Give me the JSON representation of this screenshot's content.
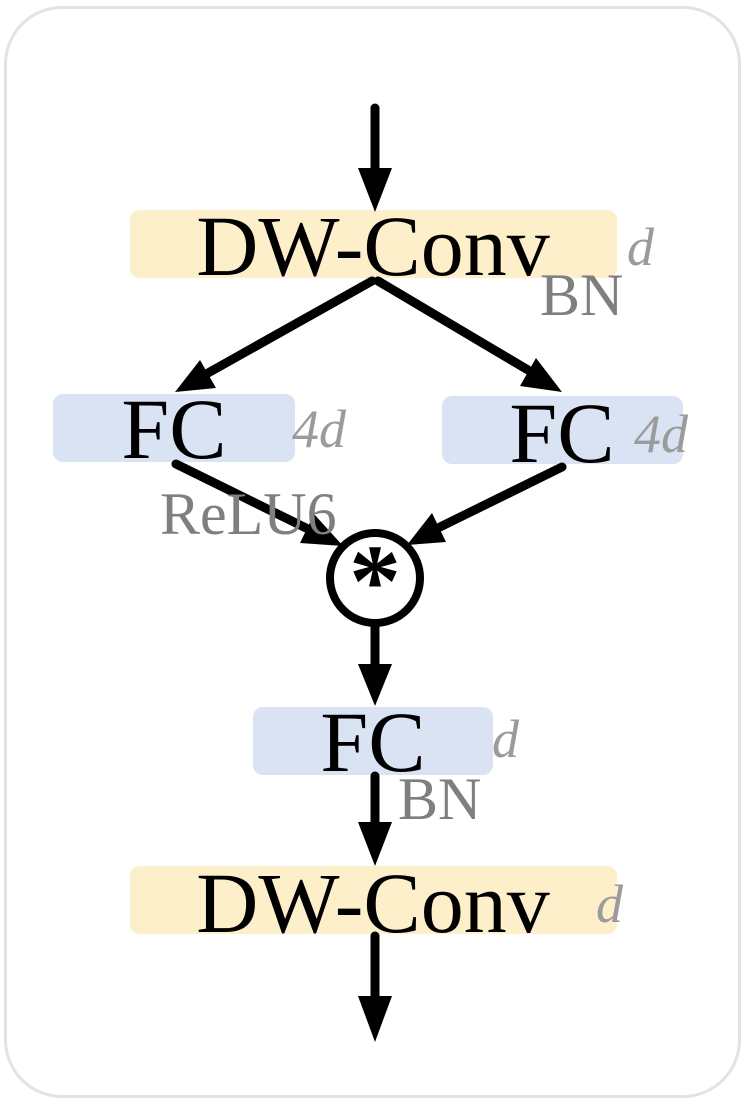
{
  "blocks": {
    "dwconv_top": {
      "label": "DW-Conv",
      "dim": "d",
      "norm": "BN",
      "color": "#fdefca"
    },
    "fc_left": {
      "label": "FC",
      "dim": "4d",
      "activation": "ReLU6",
      "color": "#dae3f3"
    },
    "fc_right": {
      "label": "FC",
      "dim": "4d",
      "color": "#dae3f3"
    },
    "fc_mid": {
      "label": "FC",
      "dim": "d",
      "norm": "BN",
      "color": "#dae3f3"
    },
    "dwconv_bottom": {
      "label": "DW-Conv",
      "dim": "d",
      "color": "#fdefca"
    }
  },
  "operator": {
    "symbol": "*",
    "name": "element-wise multiplication"
  }
}
